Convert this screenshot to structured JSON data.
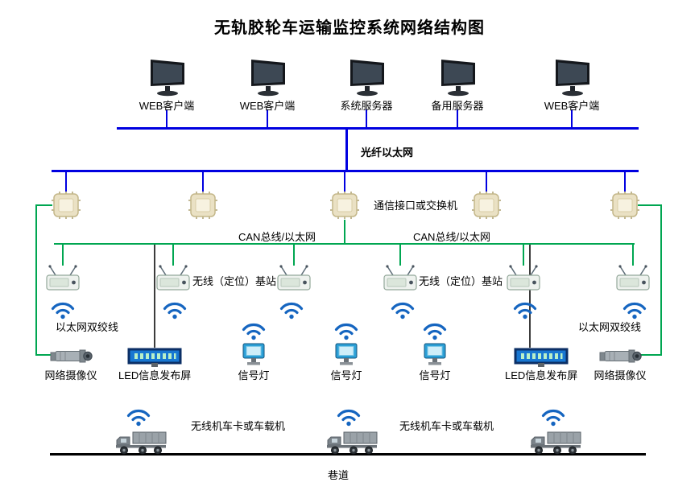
{
  "title": "无轨胶轮车运输监控系统网络结构图",
  "top_row": [
    {
      "label": "WEB客户端"
    },
    {
      "label": "WEB客户端"
    },
    {
      "label": "系统服务器"
    },
    {
      "label": "备用服务器"
    },
    {
      "label": "WEB客户端"
    }
  ],
  "network": {
    "fiber_label": "光纤以太网",
    "switch_label": "通信接口或交换机",
    "can_label_left": "CAN总线/以太网",
    "can_label_right": "CAN总线/以太网",
    "base_station_label_left": "无线（定位）基站",
    "base_station_label_right": "无线（定位）基站",
    "twisted_pair_left": "以太网双绞线",
    "twisted_pair_right": "以太网双绞线"
  },
  "devices": [
    {
      "label": "网络摄像仪"
    },
    {
      "label": "LED信息发布屏"
    },
    {
      "label": "信号灯"
    },
    {
      "label": "信号灯"
    },
    {
      "label": "信号灯"
    },
    {
      "label": "LED信息发布屏"
    },
    {
      "label": "网络摄像仪"
    }
  ],
  "vehicles": {
    "label_left": "无线机车卡或车载机",
    "label_right": "无线机车卡或车载机",
    "tunnel_label": "巷道"
  },
  "icons": {
    "monitor": "computer-monitor-icon",
    "comm_interface": "comm-interface-box-icon",
    "base_station": "wireless-base-station-icon",
    "wifi": "wifi-signal-icon",
    "camera": "network-camera-icon",
    "led_screen": "led-display-icon",
    "signal_light": "signal-light-icon",
    "truck": "mine-truck-icon"
  },
  "colors": {
    "fiber_bus": "#0000e0",
    "can_bus": "#00a651",
    "wifi": "#1565c0",
    "tunnel_line": "#000000"
  }
}
